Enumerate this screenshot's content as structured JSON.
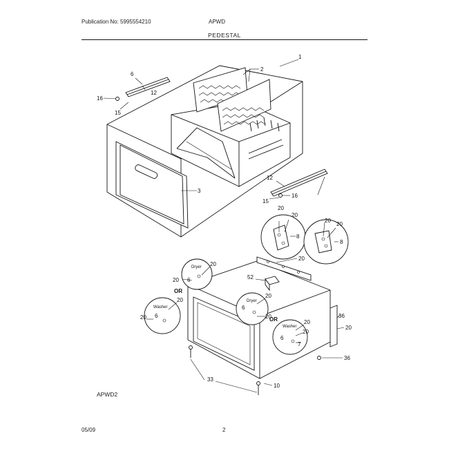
{
  "header": {
    "publication": "Publication No: 5995554210",
    "model": "APWD",
    "title": "PEDESTAL"
  },
  "footer": {
    "diagram_code": "APWD2",
    "date": "05/09",
    "page": "2"
  },
  "callouts": {
    "c1": "1",
    "c2": "2",
    "c3": "3",
    "c6": "6",
    "c12a": "12",
    "c12b": "12",
    "c15a": "15",
    "c15b": "15",
    "c16a": "16",
    "c16b": "16",
    "c10": "10",
    "c33": "33",
    "c36a": "36",
    "c36b": "36",
    "c52": "52",
    "c20": "20"
  },
  "detail_labels": {
    "dryer": "Dryer",
    "washer": "Washer",
    "or": "OR",
    "six": "6",
    "seven": "7",
    "eight": "8"
  }
}
